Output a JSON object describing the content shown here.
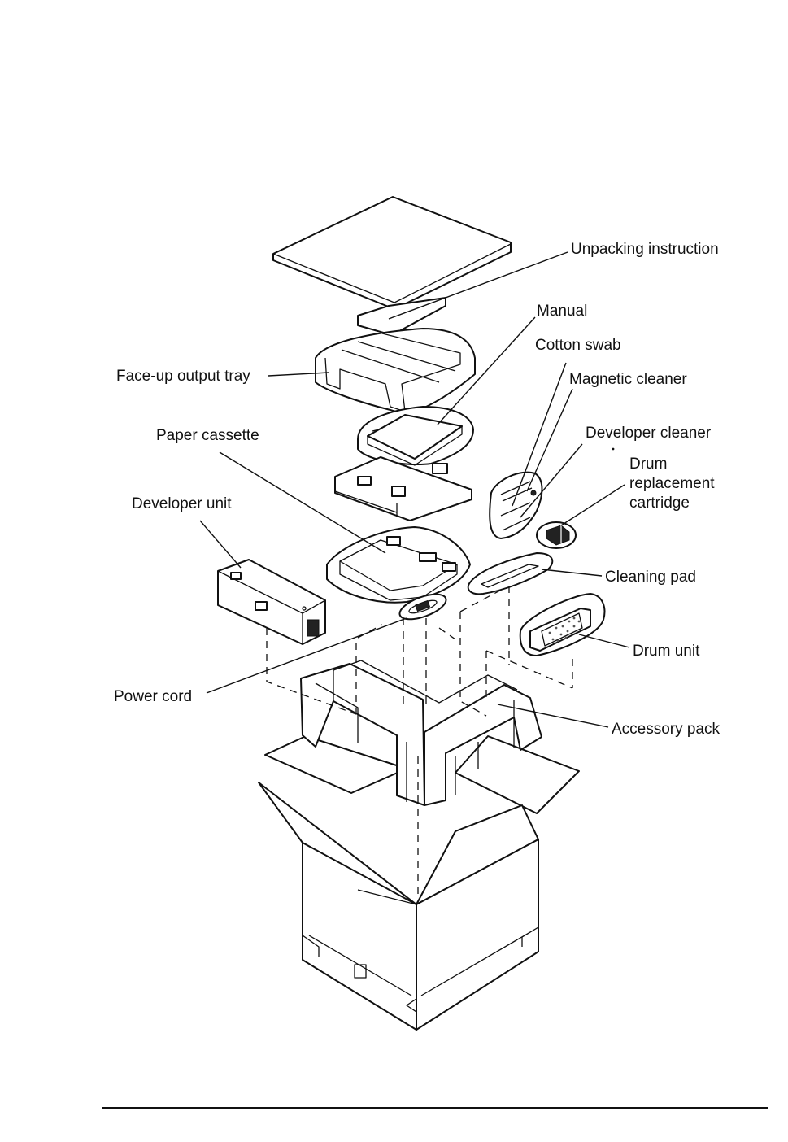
{
  "labels": {
    "unpacking_instruction": "Unpacking instruction",
    "manual": "Manual",
    "cotton_swab": "Cotton swab",
    "magnetic_cleaner": "Magnetic cleaner",
    "developer_cleaner": "Developer cleaner",
    "drum_replacement_1": "Drum",
    "drum_replacement_2": "replacement",
    "drum_replacement_3": "cartridge",
    "face_up_output_tray": "Face-up output tray",
    "paper_cassette": "Paper cassette",
    "developer_unit": "Developer unit",
    "cleaning_pad": "Cleaning pad",
    "drum_unit": "Drum unit",
    "power_cord": "Power cord",
    "accessory_pack": "Accessory pack"
  },
  "icons": {
    "carton": "shipping-box",
    "insert": "foam-insert"
  }
}
